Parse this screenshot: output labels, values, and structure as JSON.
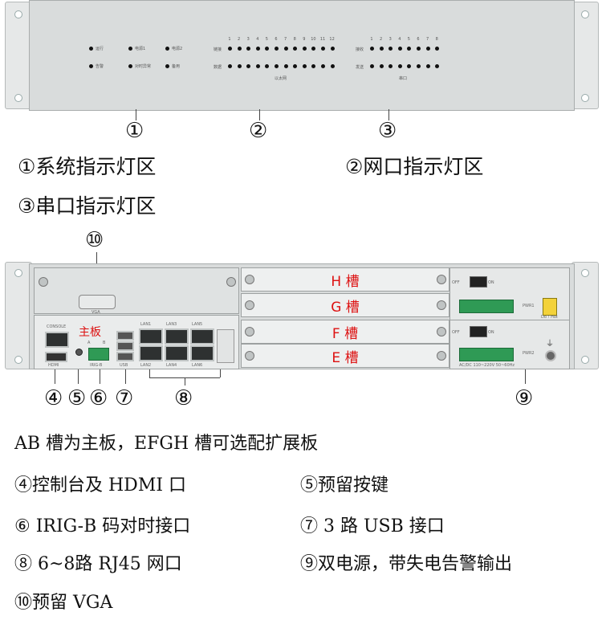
{
  "top_panel": {
    "sys_leds": [
      "运行",
      "电源1",
      "电源2",
      "告警",
      "对时异常",
      "备用"
    ],
    "net": {
      "numbers": [
        "1",
        "2",
        "3",
        "4",
        "5",
        "6",
        "7",
        "8",
        "9",
        "10",
        "11",
        "12"
      ],
      "row1": "链接",
      "row2": "数据",
      "label": "以太网"
    },
    "serial": {
      "numbers": [
        "1",
        "2",
        "3",
        "4",
        "5",
        "6",
        "7",
        "8"
      ],
      "row1": "接收",
      "row2": "发送",
      "label": "串口"
    }
  },
  "top_callouts": [
    "①",
    "②",
    "③"
  ],
  "top_captions": [
    "①系统指示灯区",
    "②网口指示灯区",
    "③串口指示灯区"
  ],
  "rear_panel": {
    "vga_callout": "⑩",
    "vga": "VGA",
    "console": "CONSOLE",
    "hdmi": "HDMI",
    "main_board": "主板",
    "a": "A",
    "b": "B",
    "irigb": "IRIG-B",
    "usb": "USB",
    "lan_top": [
      "LAN1",
      "LAN3",
      "LAN5"
    ],
    "lan_bottom": [
      "LAN2",
      "LAN4",
      "LAN6"
    ],
    "slots": [
      "H 槽",
      "G 槽",
      "F 槽",
      "E 槽"
    ],
    "off": "OFF",
    "on": "ON",
    "pwr1": "PWR1",
    "pwr2": "PWR2",
    "pwr_spec": "AC/DC 110~220V 50~60Hz",
    "warning": "Do ! Hot"
  },
  "rear_callouts": [
    "④",
    "⑤",
    "⑥",
    "⑦",
    "⑧",
    "⑨"
  ],
  "descriptions": {
    "line1": "AB 槽为主板，EFGH 槽可选配扩展板",
    "d4": "④控制台及 HDMI 口",
    "d5": "⑤预留按键",
    "d6": "⑥ IRIG-B 码对时接口",
    "d7": "⑦ 3 路 USB 接口",
    "d8": "⑧ 6~8路 RJ45 网口",
    "d9": "⑨双电源，带失电告警输出",
    "d10": "⑩预留 VGA"
  }
}
